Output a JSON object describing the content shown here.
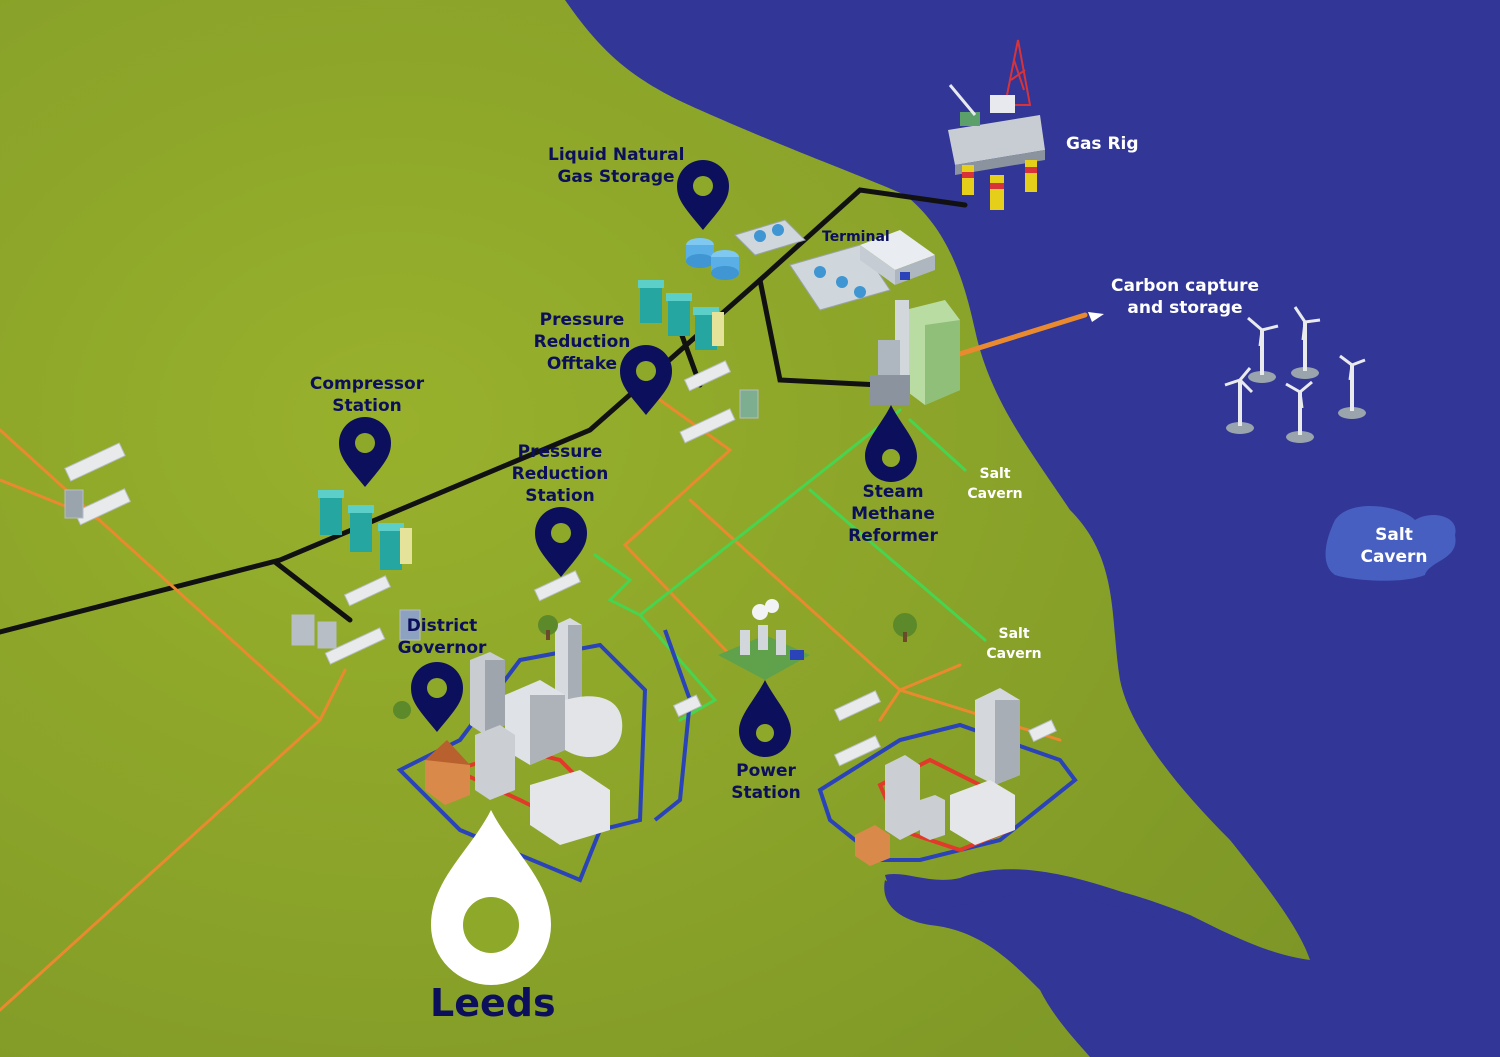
{
  "map": {
    "colors": {
      "land": "#8ea82a",
      "sea": "#313697",
      "pin": "#0b0f5c",
      "gas_pipe": "#111111",
      "orange_pipe": "#e98a2f",
      "green_pipe": "#49d44f",
      "blue_pipe": "#2a43b8",
      "red_pipe": "#e23a2a"
    },
    "labels": {
      "lng_storage": [
        "Liquid Natural",
        "Gas Storage"
      ],
      "terminal": "Terminal",
      "gas_rig": "Gas Rig",
      "carbon_capture": [
        "Carbon capture",
        "and storage"
      ],
      "pressure_reduction_offtake": [
        "Pressure",
        "Reduction",
        "Offtake"
      ],
      "compressor_station": [
        "Compressor",
        "Station"
      ],
      "pressure_reduction_station": [
        "Pressure",
        "Reduction",
        "Station"
      ],
      "steam_methane_reformer": [
        "Steam",
        "Methane",
        "Reformer"
      ],
      "salt_cavern_1": [
        "Salt",
        "Cavern"
      ],
      "salt_cavern_2": [
        "Salt",
        "Cavern"
      ],
      "salt_cavern_sea": [
        "Salt",
        "Cavern"
      ],
      "district_governor": [
        "District",
        "Governor"
      ],
      "power_station": [
        "Power",
        "Station"
      ],
      "leeds": "Leeds"
    },
    "icons": [
      "map-pin-icon",
      "hydrogen-drop-icon",
      "gas-rig-icon",
      "wind-turbine-icon",
      "compressor-icon",
      "storage-tank-icon",
      "building-icon",
      "tree-icon"
    ]
  }
}
